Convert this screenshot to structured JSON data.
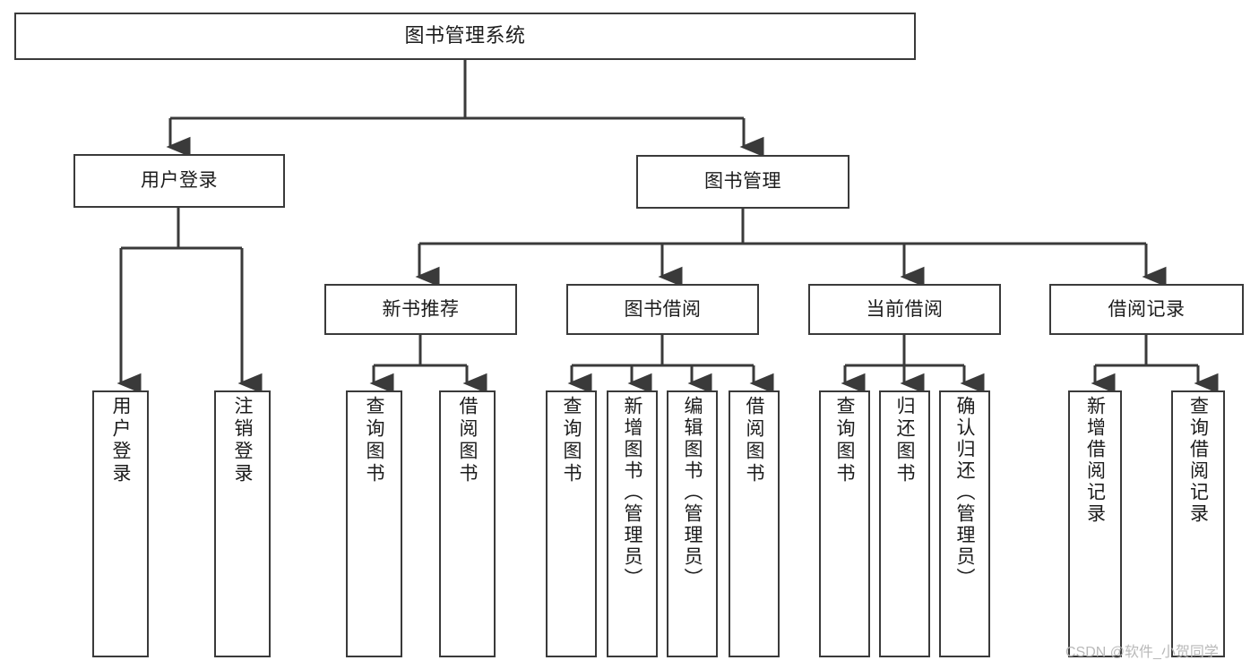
{
  "diagram": {
    "type": "tree",
    "title": "图书管理系统",
    "root": {
      "label": "图书管理系统"
    },
    "level2": [
      {
        "label": "用户登录"
      },
      {
        "label": "图书管理"
      }
    ],
    "level3": [
      {
        "label": "新书推荐"
      },
      {
        "label": "图书借阅"
      },
      {
        "label": "当前借阅"
      },
      {
        "label": "借阅记录"
      }
    ],
    "leaves": {
      "user_login": [
        {
          "label": "用户登录"
        },
        {
          "label": "注销登录"
        }
      ],
      "new_book_recommend": [
        {
          "label": "查询图书"
        },
        {
          "label": "借阅图书"
        }
      ],
      "book_borrow": [
        {
          "label": "查询图书"
        },
        {
          "label": "新增图书（管理员）"
        },
        {
          "label": "编辑图书（管理员）"
        },
        {
          "label": "借阅图书"
        }
      ],
      "current_borrow": [
        {
          "label": "查询图书"
        },
        {
          "label": "归还图书"
        },
        {
          "label": "确认归还（管理员）"
        }
      ],
      "borrow_record": [
        {
          "label": "新增借阅记录"
        },
        {
          "label": "查询借阅记录"
        }
      ]
    },
    "colors": {
      "stroke": "#3a3a3a",
      "text": "#1c1c1c",
      "background": "#ffffff",
      "watermark": "#b9b9b9"
    }
  },
  "watermark": {
    "text": "CSDN @软件_小贺同学"
  }
}
